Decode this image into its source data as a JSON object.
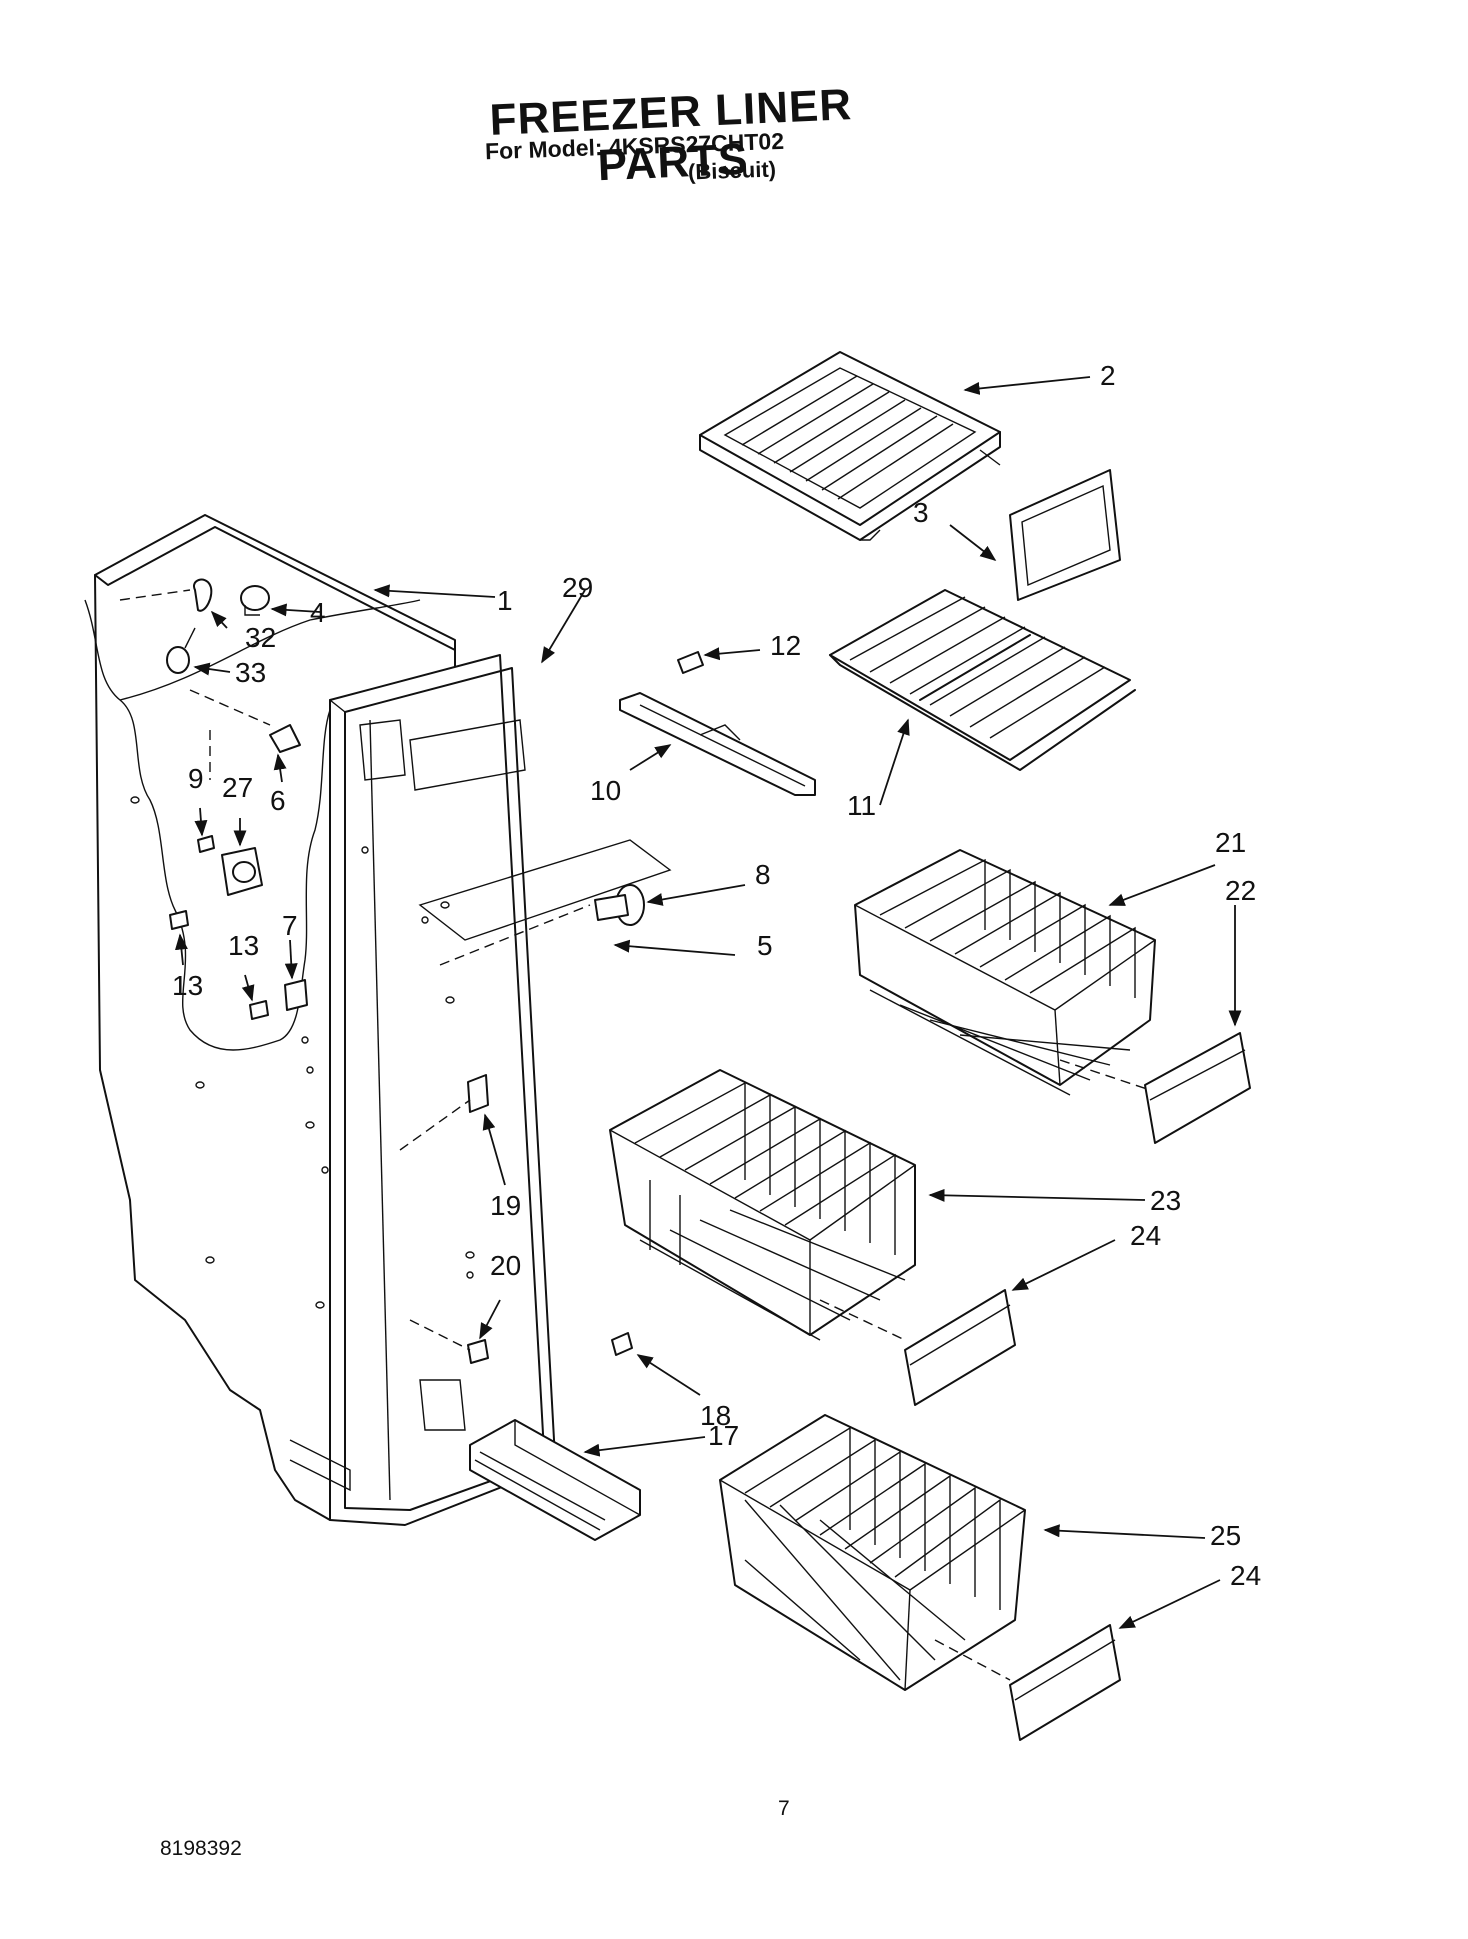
{
  "header": {
    "title": "FREEZER LINER PARTS",
    "model_line": "For Model: 4KSRS27CHT02",
    "variant": "(Biscuit)"
  },
  "footer": {
    "page_number": "7",
    "document_number": "8198392"
  },
  "callouts": {
    "c1": "1",
    "c2": "2",
    "c3": "3",
    "c4": "4",
    "c5": "5",
    "c6": "6",
    "c7": "7",
    "c8": "8",
    "c9": "9",
    "c10": "10",
    "c11": "11",
    "c12": "12",
    "c13a": "13",
    "c13b": "13",
    "c17": "17",
    "c18": "18",
    "c19": "19",
    "c20": "20",
    "c21": "21",
    "c22": "22",
    "c23": "23",
    "c24a": "24",
    "c24b": "24",
    "c25": "25",
    "c27": "27",
    "c29": "29",
    "c32": "32",
    "c33": "33"
  }
}
